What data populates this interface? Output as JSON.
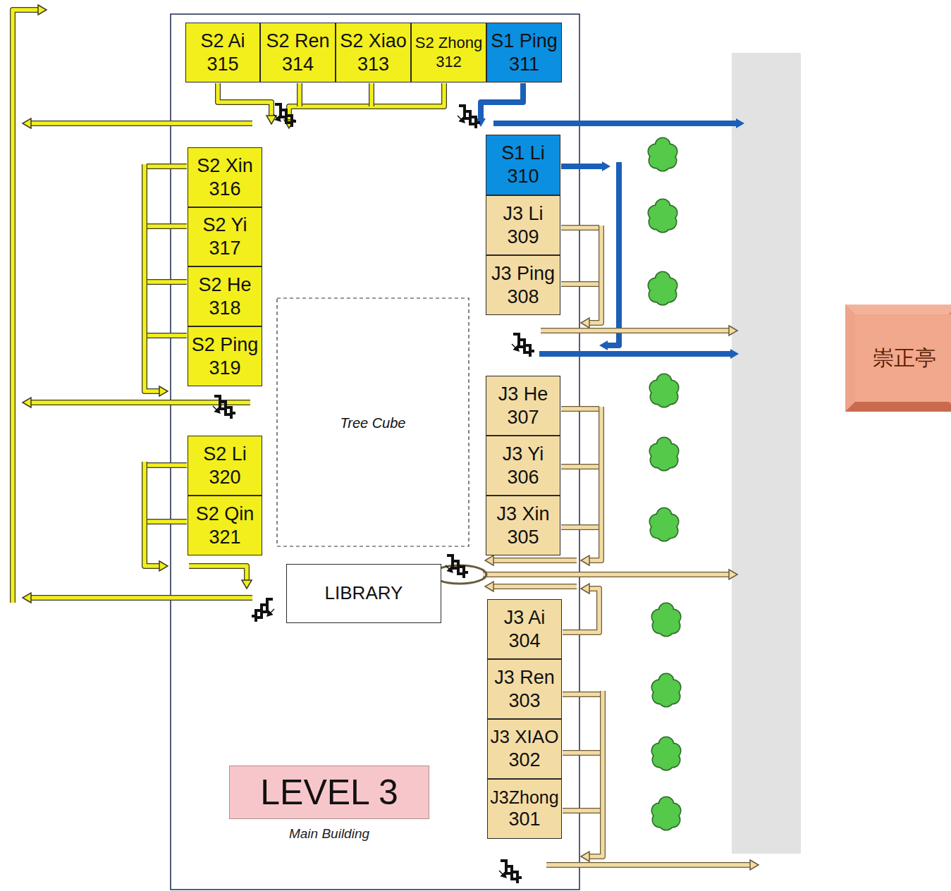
{
  "diagram": {
    "nodes": [
      {
        "text": [
          "S2 Ai",
          "315"
        ]
      },
      {
        "text": [
          "S2 Ren",
          "314"
        ]
      },
      {
        "text": [
          "S2 Xiao",
          "313"
        ]
      },
      {
        "text": [
          "S2 Zhong",
          "312"
        ]
      },
      {
        "text": [
          "S1 Ping",
          "311"
        ]
      },
      {
        "text": [
          "S2 Xin",
          "316"
        ]
      },
      {
        "text": [
          "S2 Yi",
          "317"
        ]
      },
      {
        "text": [
          "S2 He",
          "318"
        ]
      },
      {
        "text": [
          "S2 Ping",
          "319"
        ]
      },
      {
        "text": [
          "S2 Li",
          "320"
        ]
      },
      {
        "text": [
          "S2 Qin",
          "321"
        ]
      },
      {
        "text": [
          "S1 Li",
          "310"
        ]
      },
      {
        "text": [
          "J3 Li",
          "309"
        ]
      },
      {
        "text": [
          "J3 Ping",
          "308"
        ]
      },
      {
        "text": [
          "J3 He",
          "307"
        ]
      },
      {
        "text": [
          "J3 Yi",
          "306"
        ]
      },
      {
        "text": [
          "J3 Xin",
          "305"
        ]
      },
      {
        "text": [
          "J3 Ai",
          "304"
        ]
      },
      {
        "text": [
          "J3 Ren",
          "303"
        ]
      },
      {
        "text": [
          "J3 XIAO",
          "302"
        ]
      },
      {
        "text": [
          "J3Zhong",
          "301"
        ]
      },
      {
        "text": [
          "Tree Cube"
        ]
      },
      {
        "text": [
          "LIBRARY"
        ]
      },
      {
        "text": [
          "LEVEL 3"
        ]
      },
      {
        "text": [
          "崇正亭"
        ]
      }
    ],
    "labels": [
      "Main Building"
    ]
  }
}
